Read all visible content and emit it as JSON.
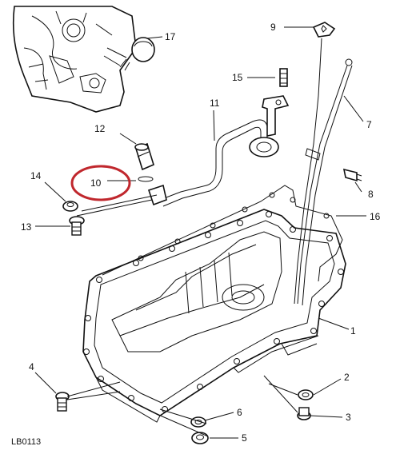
{
  "diagram": {
    "ref_code": "LB0113",
    "callouts": {
      "c1": "1",
      "c2": "2",
      "c3": "3",
      "c4": "4",
      "c5": "5",
      "c6": "6",
      "c7": "7",
      "c8": "8",
      "c9": "9",
      "c10": "10",
      "c11": "11",
      "c12": "12",
      "c13": "13",
      "c14": "14",
      "c15": "15",
      "c16": "16",
      "c17": "17"
    },
    "highlight_color": "#c0272d"
  }
}
